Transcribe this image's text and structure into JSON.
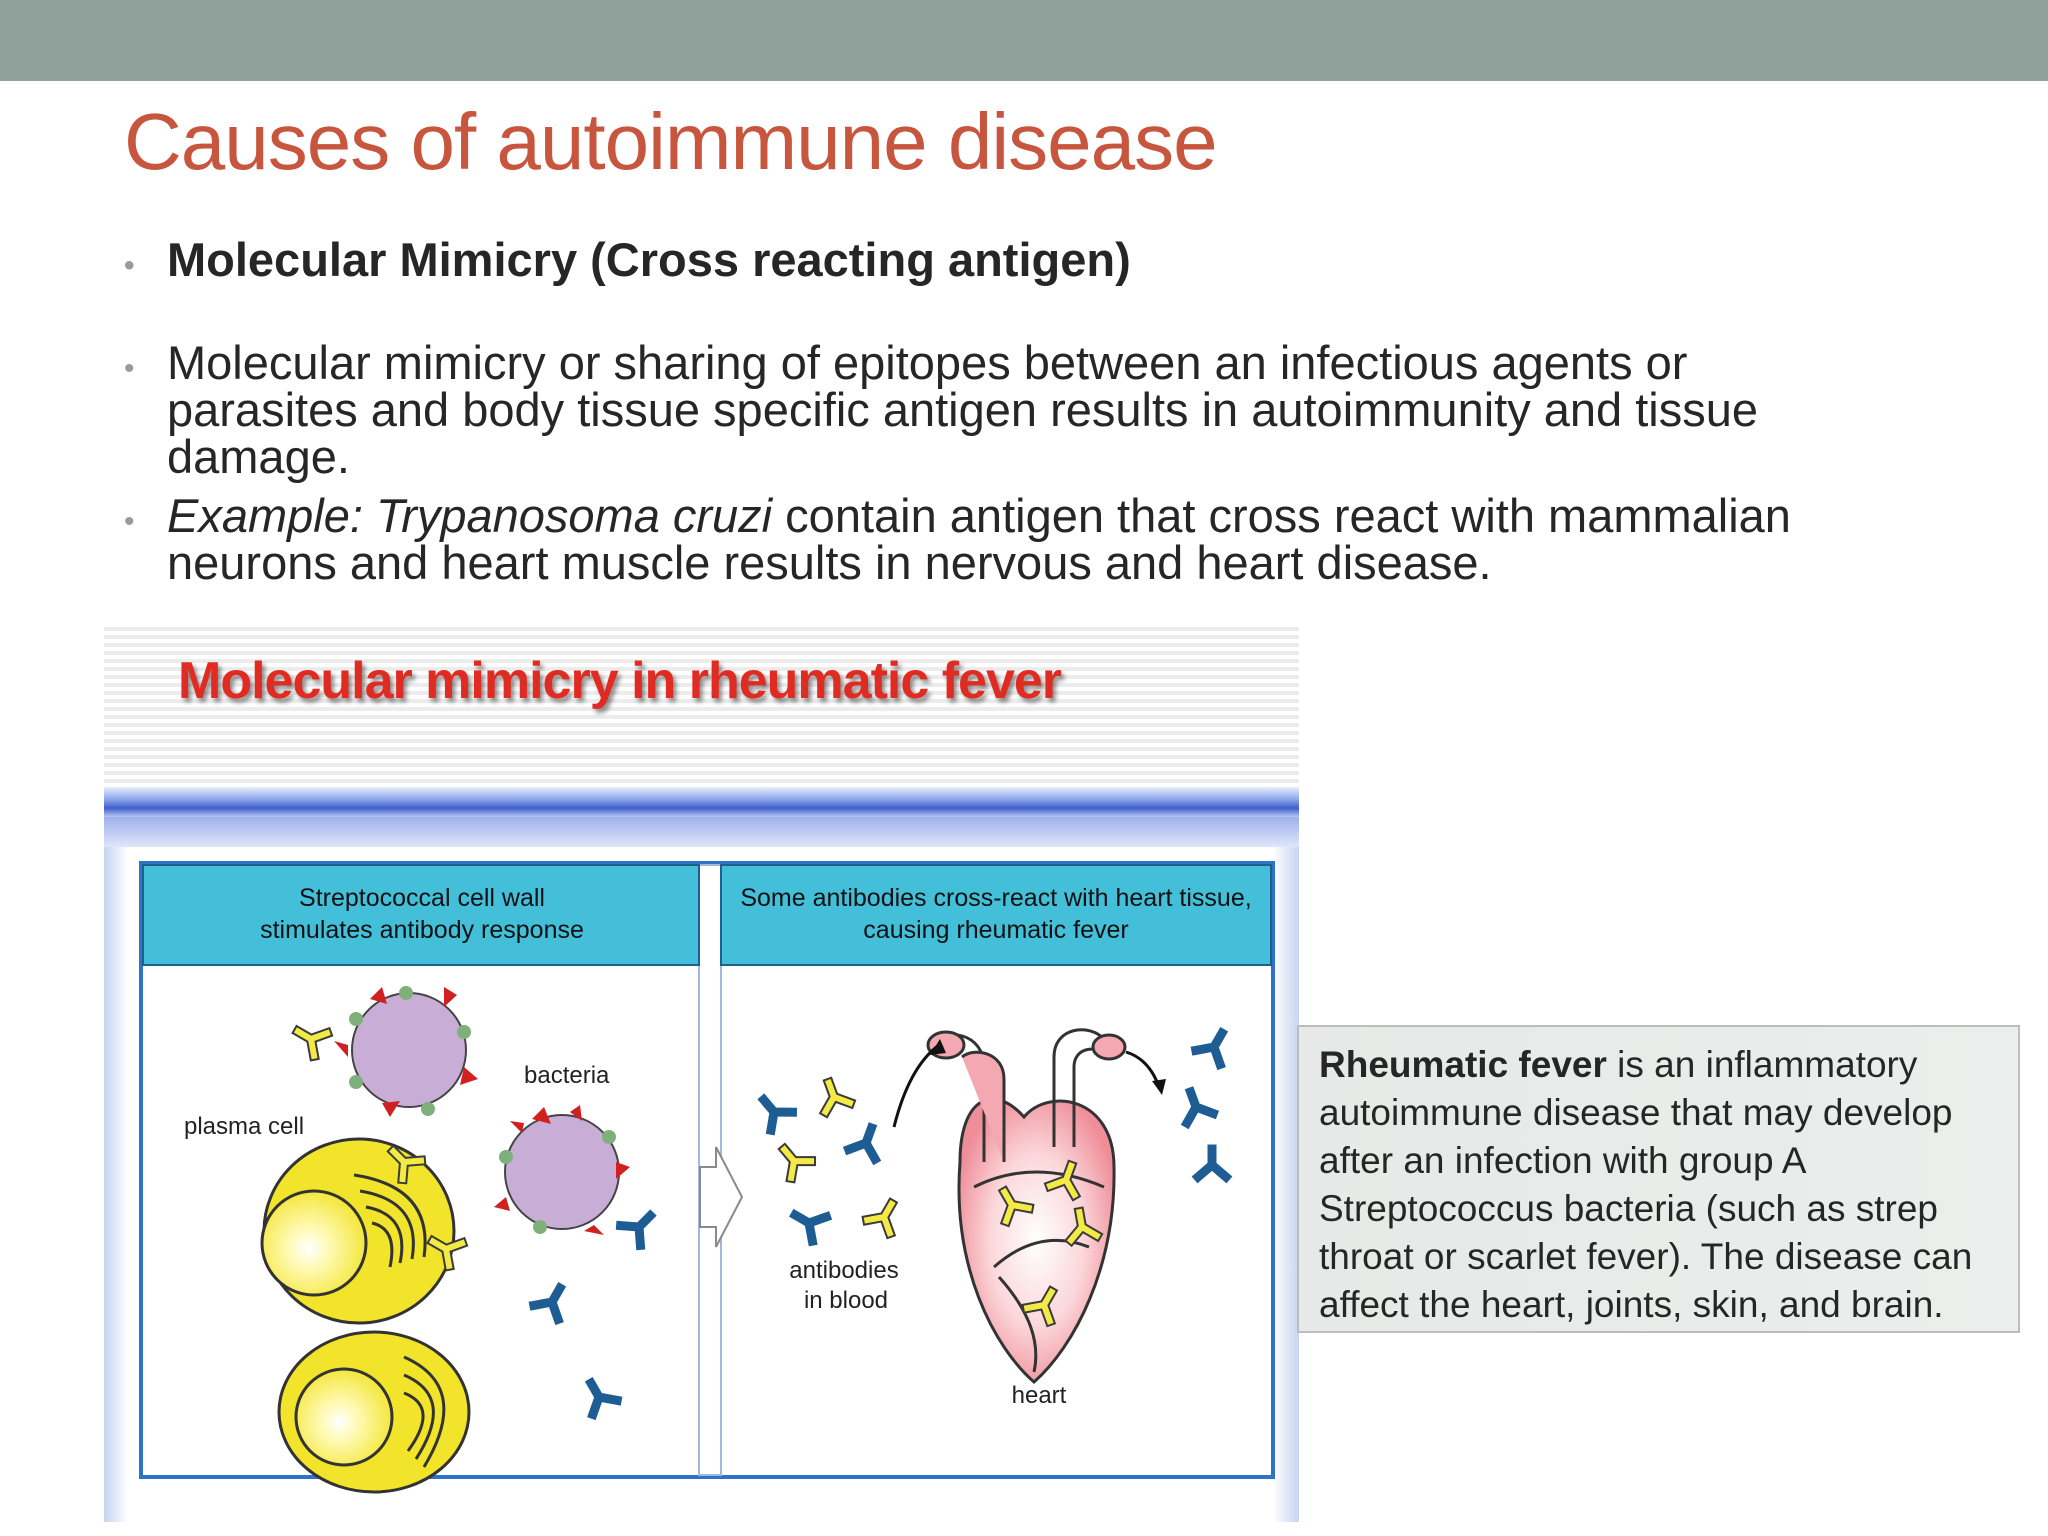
{
  "slide": {
    "title": "Causes of autoimmune disease",
    "bullets": {
      "b1": "Molecular Mimicry (Cross reacting antigen)",
      "b2": "Molecular mimicry or sharing of epitopes between an infectious agents or parasites and body tissue specific antigen results in autoimmunity and tissue damage.",
      "b3_italic": "Example: Trypanosoma cruzi",
      "b3_rest": " contain antigen that cross react with mammalian neurons and heart muscle results in nervous and heart disease."
    }
  },
  "figure": {
    "title": "Molecular mimicry in rheumatic fever",
    "left_panel_header_1": "Streptococcal cell wall",
    "left_panel_header_2": "stimulates antibody response",
    "right_panel_header_1": "Some antibodies cross-react with heart tissue,",
    "right_panel_header_2": "causing rheumatic fever",
    "label_bacteria": "bacteria",
    "label_plasma_cell": "plasma cell",
    "label_antibodies_1": "antibodies",
    "label_antibodies_2": "in blood",
    "label_heart": "heart"
  },
  "info_box": {
    "bold": "Rheumatic fever",
    "text": " is an inflammatory autoimmune disease that may develop after an infection with group A Streptococcus bacteria (such as strep throat or scarlet fever). The disease can affect the heart, joints, skin, and brain."
  }
}
